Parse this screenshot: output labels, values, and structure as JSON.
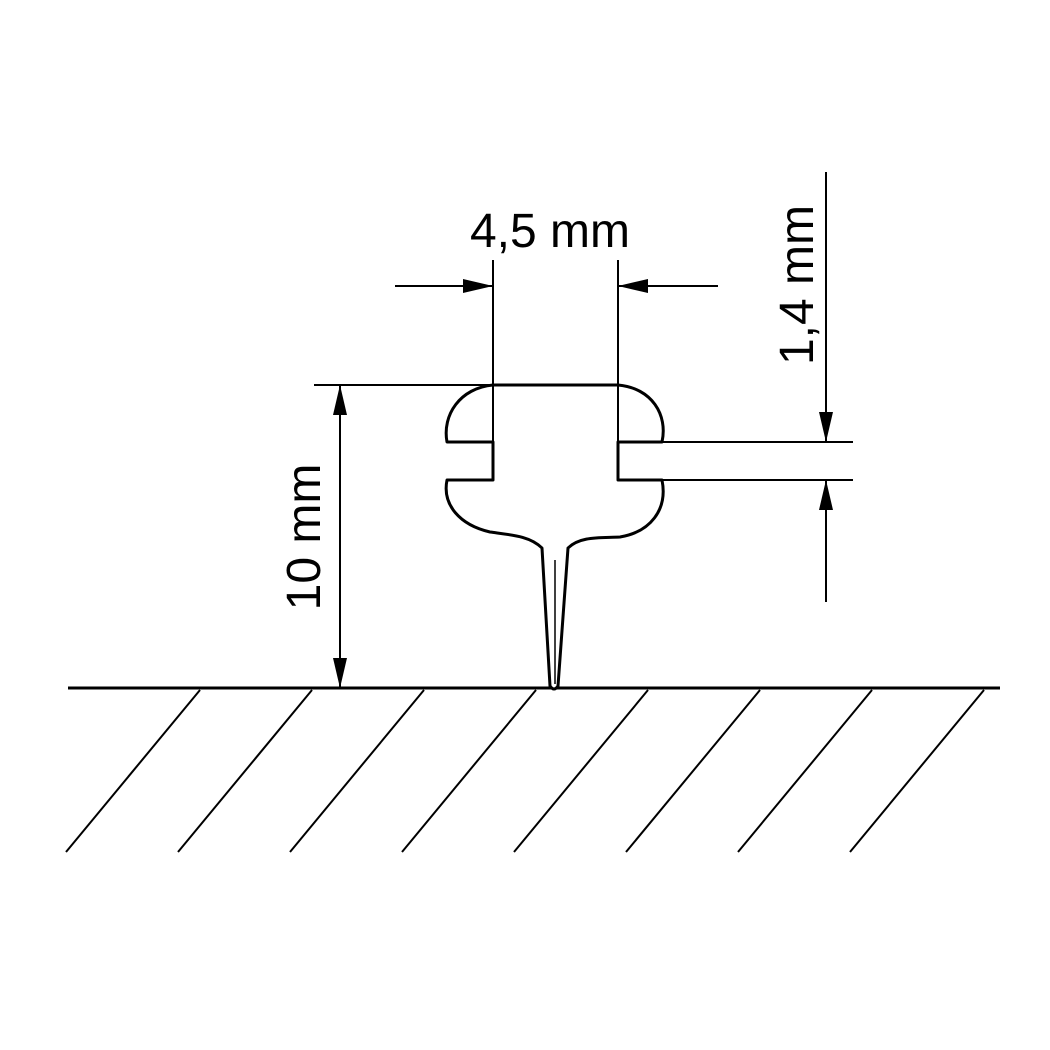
{
  "dimensions": {
    "width_label": "4,5 mm",
    "height_label": "10 mm",
    "gap_label": "1,4 mm"
  },
  "colors": {
    "line": "#000000",
    "background": "#ffffff"
  }
}
